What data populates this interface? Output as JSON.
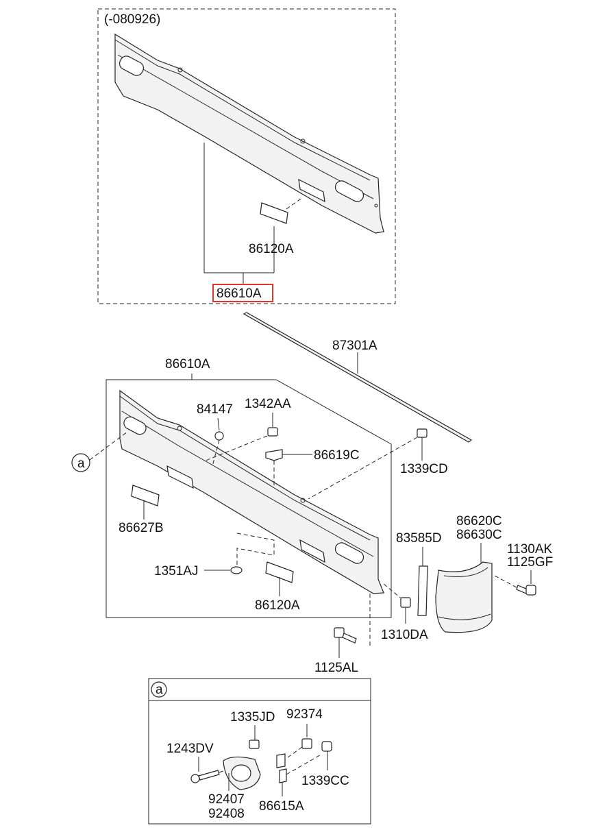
{
  "diagram": {
    "top_group_note": "(-080926)",
    "labels": {
      "pad_top": "86120A",
      "panel_top_highlighted": "86610A",
      "molding": "87301A",
      "panel_main": "86610A",
      "bolt_84147": "84147",
      "nut_1342AA": "1342AA",
      "bracket": "86619C",
      "nut_1339CD": "1339CD",
      "pad_left": "86627B",
      "grommet": "1351AJ",
      "pad_bottom": "86120A",
      "tape": "83585D",
      "lamp_1": "86620C",
      "lamp_2": "86630C",
      "screw_1": "1130AK",
      "screw_2": "1125GF",
      "nut_1310DA": "1310DA",
      "bolt_1125AL": "1125AL",
      "callout": "a"
    },
    "detail": {
      "callout": "a",
      "labels": {
        "clip_1335JD": "1335JD",
        "clip_92374": "92374",
        "screw_1243DV": "1243DV",
        "lamp_92407": "92407",
        "lamp_92408": "92408",
        "nut_1339CC": "1339CC",
        "bracket_86615A": "86615A"
      }
    },
    "highlight_color": "#e0352b"
  }
}
